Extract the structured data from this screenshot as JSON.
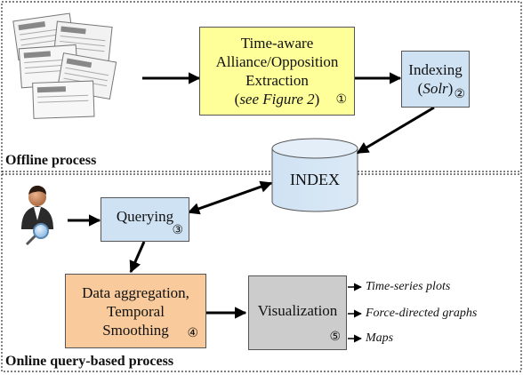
{
  "sections": {
    "offline": "Offline process",
    "online": "Online query-based process"
  },
  "steps": {
    "extraction": {
      "line1": "Time-aware",
      "line2": "Alliance/Opposition",
      "line3": "Extraction",
      "line4_a": "(",
      "line4_ref": "see Figure 2",
      "line4_b": ")",
      "num": "①",
      "color": "#ffff99"
    },
    "indexing": {
      "line1": "Indexing",
      "line2_a": "(",
      "line2_ref": "Solr",
      "line2_b": ")",
      "num": "②",
      "color": "#cfe2f3"
    },
    "index": {
      "label": "INDEX"
    },
    "querying": {
      "label": "Querying",
      "num": "③",
      "color": "#cfe2f3"
    },
    "aggregation": {
      "line1": "Data aggregation,",
      "line2": "Temporal",
      "line3": "Smoothing",
      "num": "④",
      "color": "#f9cb9c"
    },
    "visualization": {
      "label": "Visualization",
      "num": "⑤",
      "color": "#cccccc"
    }
  },
  "outputs": [
    "Time-series plots",
    "Force-directed graphs",
    "Maps"
  ],
  "icons": {
    "news": "newspaper-stack-icon",
    "user": "user-search-icon"
  }
}
